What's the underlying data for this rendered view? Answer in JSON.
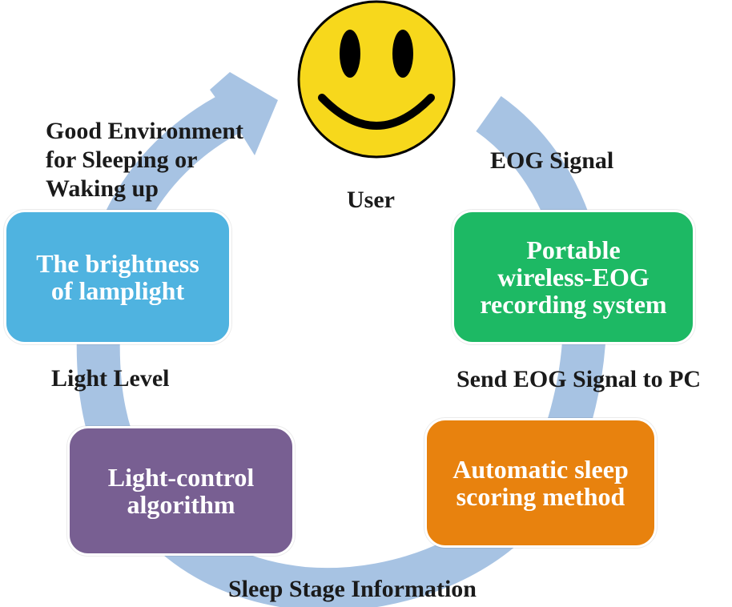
{
  "diagram": {
    "user_label": "User",
    "colors": {
      "arrow": "#a7c3e3",
      "face": "#f7d81c",
      "lamplight_box": "#4fb3e0",
      "eog_box": "#1db964",
      "scoring_box": "#e8820e",
      "algorithm_box": "#785f92"
    },
    "nodes": {
      "lamplight": "The brightness\nof lamplight",
      "eog_system": "Portable\nwireless-EOG\nrecording system",
      "scoring": "Automatic sleep\nscoring method",
      "algorithm": "Light-control\nalgorithm"
    },
    "edges": {
      "good_environment": "Good Environment\nfor Sleeping or\nWaking up",
      "eog_signal": "EOG Signal",
      "send_to_pc": "Send EOG Signal to PC",
      "sleep_stage": "Sleep Stage Information",
      "light_level": "Light Level"
    }
  }
}
